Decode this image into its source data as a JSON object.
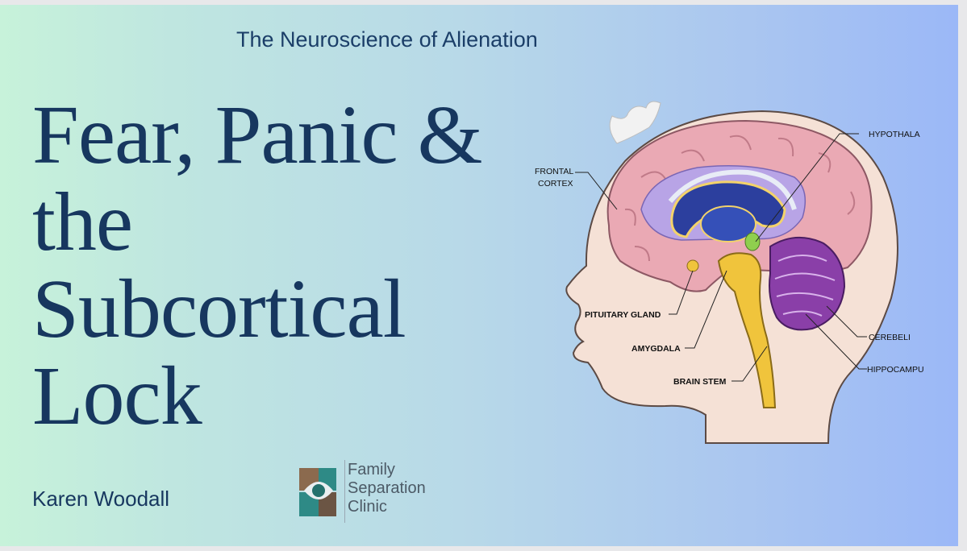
{
  "subtitle": "The Neuroscience of Alienation",
  "title_lines": [
    "Fear, Panic &",
    "the",
    "Subcortical",
    "Lock"
  ],
  "author": "Karen Woodall",
  "logo": {
    "lines": [
      "Family",
      "Separation",
      "Clinic"
    ]
  },
  "diagram_labels": {
    "frontal_cortex_1": "FRONTAL",
    "frontal_cortex_2": "CORTEX",
    "hypothalamus": "HYPOTHALA",
    "pituitary": "PITUITARY GLAND",
    "amygdala": "AMYGDALA",
    "brain_stem": "BRAIN STEM",
    "cerebellum": "CEREBELI",
    "hippocampus": "HIPPOCAMPU"
  },
  "colors": {
    "title": "#17375f",
    "bg_left": "#c7f2da",
    "bg_right": "#9bb8f7",
    "cortex": "#eaa9b4",
    "ventricle": "#2c3f9e",
    "brainstem": "#f0c43c",
    "cerebellum": "#8a3fa8"
  }
}
